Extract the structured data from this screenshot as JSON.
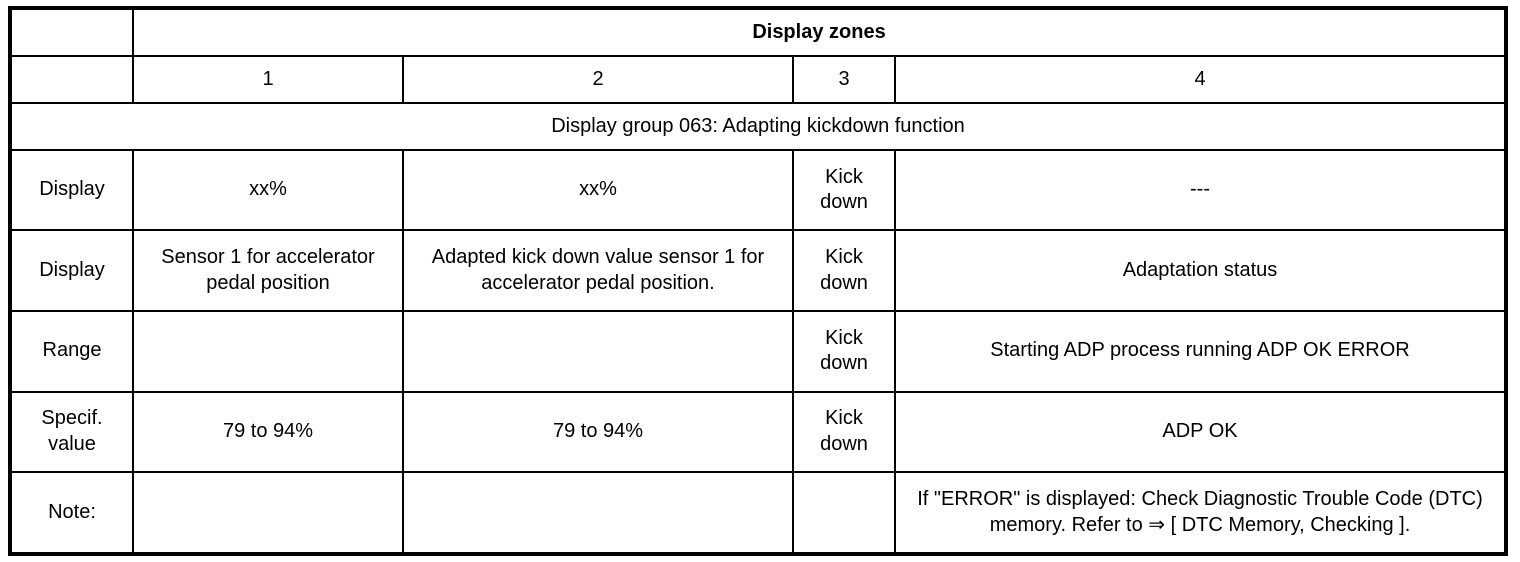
{
  "table": {
    "header": {
      "corner_label": "",
      "zones_title": "Display zones",
      "zone_numbers": [
        "1",
        "2",
        "3",
        "4"
      ]
    },
    "group_title": "Display group 063: Adapting kickdown function",
    "rows": [
      {
        "label": "Display",
        "zone1": "xx%",
        "zone2": "xx%",
        "zone3": "Kick down",
        "zone4": "---"
      },
      {
        "label": "Display",
        "zone1": "Sensor 1 for accelerator pedal position",
        "zone2": "Adapted kick down value sensor 1 for accelerator pedal position.",
        "zone3": "Kick down",
        "zone4": "Adaptation status"
      },
      {
        "label": "Range",
        "zone1": "",
        "zone2": "",
        "zone3": "Kick down",
        "zone4": "Starting ADP process running ADP OK ERROR"
      },
      {
        "label": "Specif. value",
        "zone1": "79 to 94%",
        "zone2": "79 to 94%",
        "zone3": "Kick down",
        "zone4": "ADP OK"
      },
      {
        "label": "Note:",
        "zone1": "",
        "zone2": "",
        "zone3": "",
        "zone4": "If \"ERROR\" is displayed: Check Diagnostic Trouble Code (DTC) memory. Refer to ⇒ [ DTC Memory, Checking ]."
      }
    ]
  },
  "colors": {
    "border": "#000000",
    "background": "#ffffff",
    "text": "#000000"
  }
}
